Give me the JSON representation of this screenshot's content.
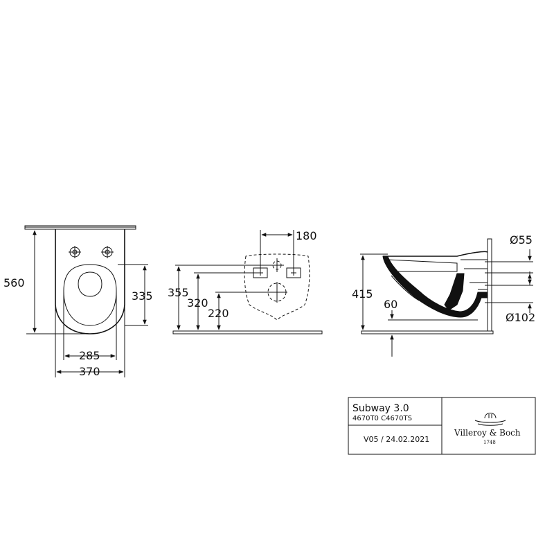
{
  "front_view": {
    "height_total": "560",
    "seat_height": "335",
    "seat_width": "285",
    "total_width": "370"
  },
  "rear_view": {
    "hole_spacing": "180",
    "height_355": "355",
    "height_320": "320",
    "height_220": "220"
  },
  "side_view": {
    "projection": "415",
    "diameter_small": "Ø55",
    "diameter_large": "Ø102",
    "outlet_height": "60"
  },
  "title_block": {
    "product_name": "Subway 3.0",
    "article_numbers": "4670T0 C4670TS",
    "version": "V05 / 24.02.2021",
    "brand": "Villeroy & Boch",
    "brand_year": "1748"
  }
}
